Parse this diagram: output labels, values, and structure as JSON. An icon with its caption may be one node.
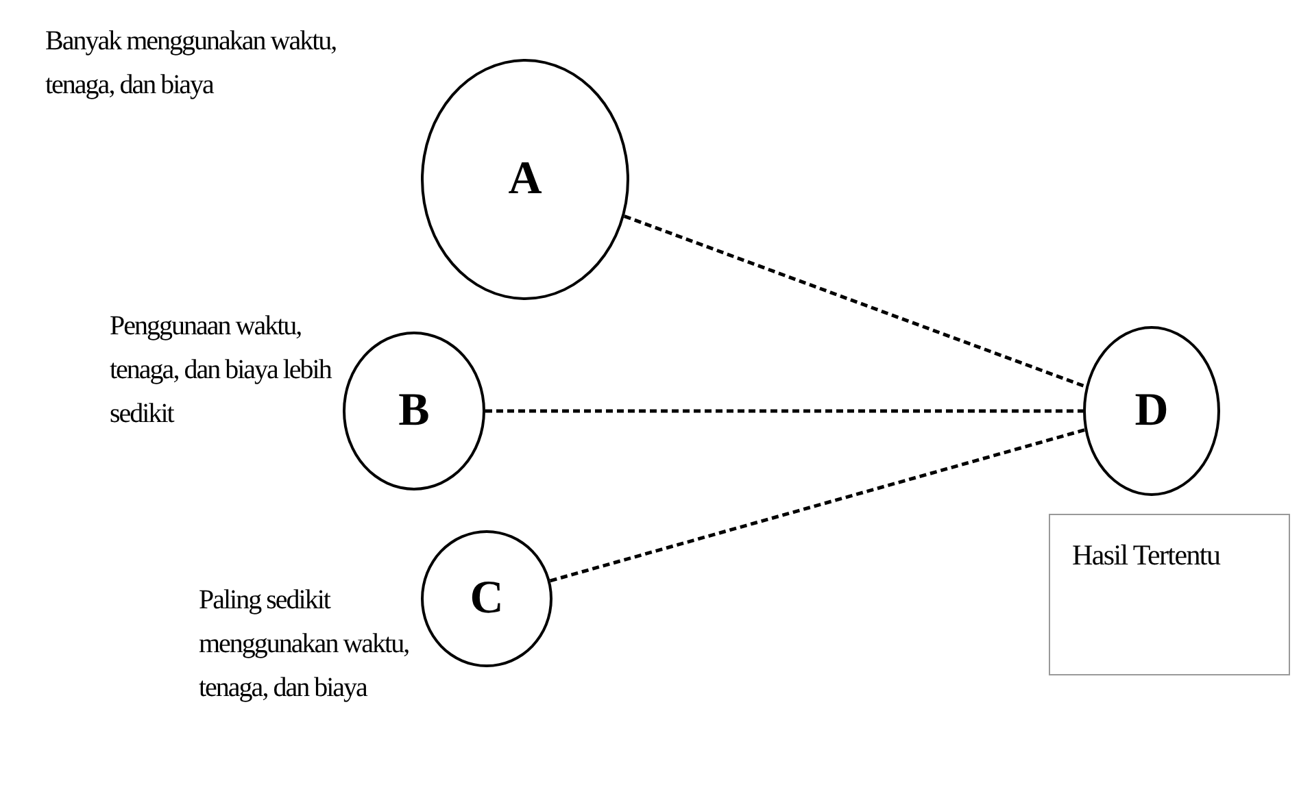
{
  "diagram": {
    "nodes": [
      {
        "text": [
          "A"
        ],
        "beside": [
          "Banyak menggunakan waktu, tenaga, dan biaya"
        ]
      },
      {
        "text": [
          "B"
        ],
        "beside": [
          "Penggunaan waktu, tenaga, dan biaya lebih sedikit"
        ]
      },
      {
        "text": [
          "C"
        ],
        "beside": [
          "Paling sedikit menggunakan waktu, tenaga, dan biaya"
        ]
      },
      {
        "text": [
          "D"
        ]
      },
      {
        "text": [
          "Hasil Tertentu"
        ]
      }
    ],
    "edges": [
      {
        "from": 0,
        "to": 3,
        "arrow": "none",
        "style": "dashed"
      },
      {
        "from": 1,
        "to": 3,
        "arrow": "none",
        "style": "dashed"
      },
      {
        "from": 2,
        "to": 3,
        "arrow": "none",
        "style": "dashed"
      }
    ]
  }
}
